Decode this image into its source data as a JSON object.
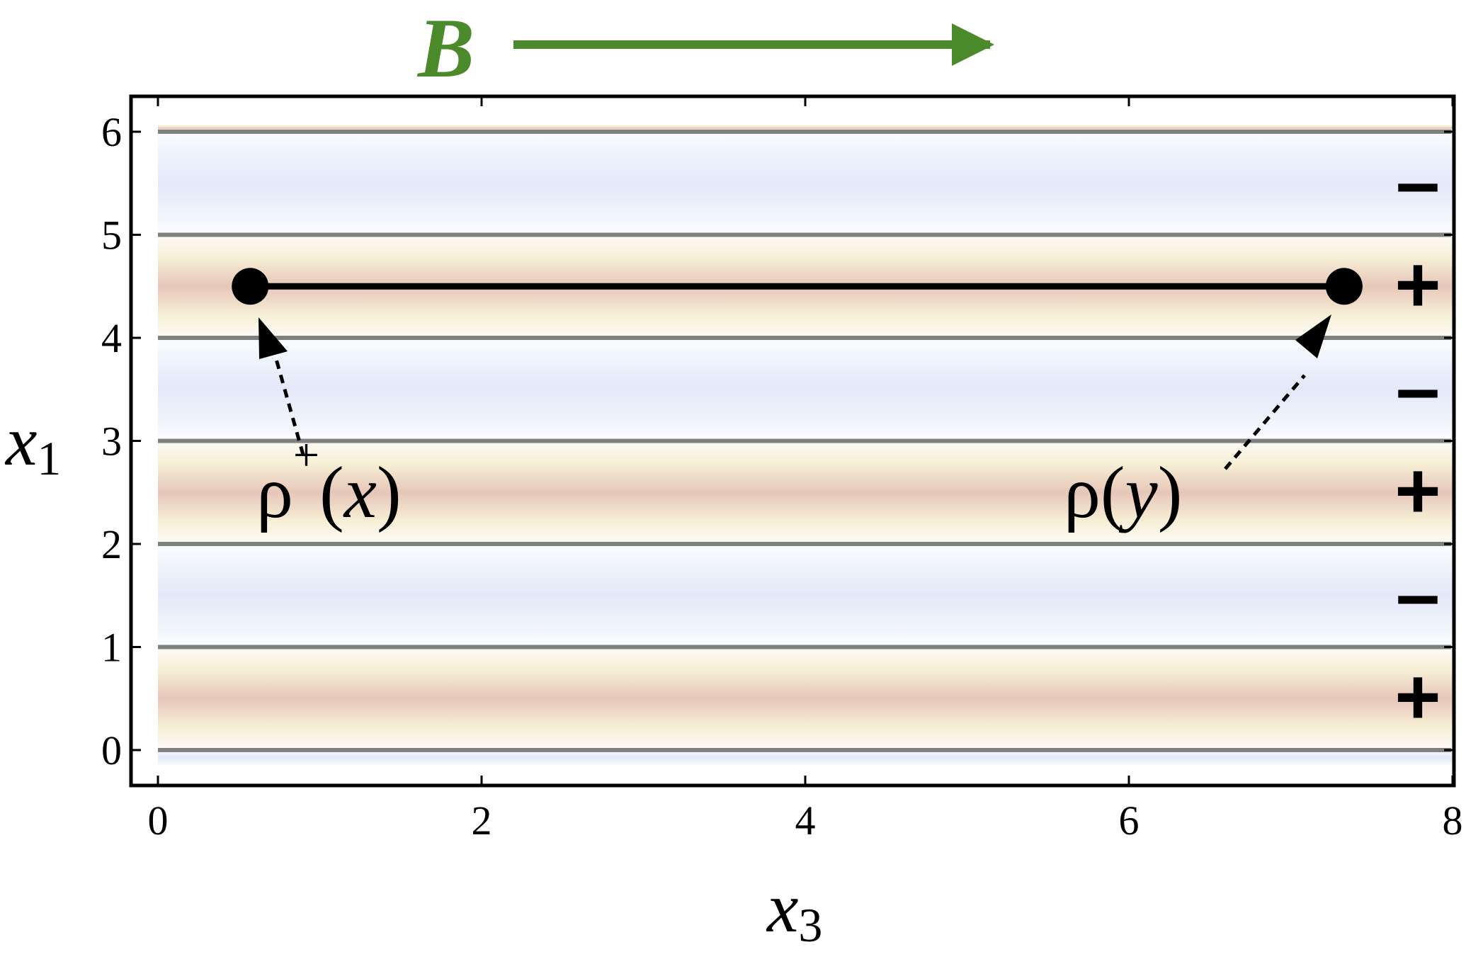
{
  "colors": {
    "field": "#4b8a2a",
    "positive_band": "#e6c6b8",
    "negative_band": "#e4e8fa",
    "boundary_line": "#808080",
    "frame": "#000000"
  },
  "field": {
    "label": "B"
  },
  "axes": {
    "x": {
      "var": "x",
      "sub": "3",
      "range": [
        0,
        8
      ],
      "ticks": [
        "0",
        "2",
        "4",
        "6",
        "8"
      ]
    },
    "y": {
      "var": "x",
      "sub": "1",
      "range": [
        -0.3,
        6.2
      ],
      "ticks": [
        "0",
        "1",
        "2",
        "3",
        "4",
        "5",
        "6"
      ]
    }
  },
  "stripes": {
    "boundaries": [
      0,
      1,
      2,
      3,
      4,
      5,
      6
    ],
    "centers": [
      0.5,
      1.5,
      2.5,
      3.5,
      4.5,
      5.5
    ],
    "signs": [
      "+",
      "-",
      "+",
      "-",
      "+",
      "-"
    ]
  },
  "segment": {
    "x_start": 0.57,
    "x_end": 7.33,
    "y": 4.5
  },
  "labels": {
    "rho_plus": {
      "base": "ρ",
      "sup": "+",
      "open": "(",
      "arg": "x",
      "close": ")"
    },
    "rho": {
      "base": "ρ",
      "open": "(",
      "arg": "y",
      "close": ")"
    }
  }
}
